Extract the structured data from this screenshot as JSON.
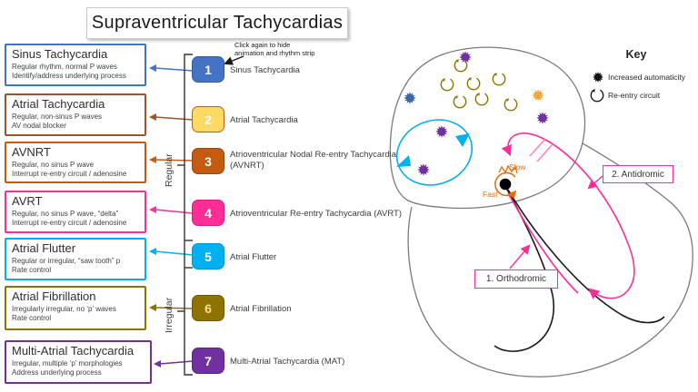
{
  "title": "Supraventricular Tachycardias",
  "annotation": {
    "line1": "Click again to hide",
    "line2": "animation and rhythm strip"
  },
  "groups": {
    "regular": "Regular",
    "irregular": "Irregular"
  },
  "cards": [
    {
      "title": "Sinus Tachycardia",
      "line1": "Regular rhythm, normal P waves",
      "line2": "Identify/address underlying process",
      "color": "#4472C4"
    },
    {
      "title": "Atrial Tachycardia",
      "line1": "Regular, non-sinus P waves",
      "line2": "AV nodal blocker",
      "color": "#A0522D"
    },
    {
      "title": "AVNRT",
      "line1": "Regular, no sinus P wave",
      "line2": "Interrupt re-entry circuit / adenosine",
      "color": "#C55A11"
    },
    {
      "title": "AVRT",
      "line1": "Regular, no sinus P wave, “delta”",
      "line2": "Interrupt re-entry circuit / adenosine",
      "color": "#FF2D96"
    },
    {
      "title": "Atrial Flutter",
      "line1": "Regular or irregular, “saw tooth” p",
      "line2": "Rate control",
      "color": "#00B0F0"
    },
    {
      "title": "Atrial Fibrillation",
      "line1": "Irregularly irregular, no ‘p’ waves",
      "line2": "Rate control",
      "color": "#8F7300"
    },
    {
      "title": "Multi-Atrial Tachycardia",
      "line1": "Irregular, multiple ‘p’ morphologies",
      "line2": "Address underlying process",
      "color": "#7030A0"
    }
  ],
  "steps": [
    {
      "num": "1",
      "label": "Sinus Tachycardia",
      "fill": "#4472C4",
      "border": "#35599C",
      "text": "#FFFFFF"
    },
    {
      "num": "2",
      "label": "Atrial Tachycardia",
      "fill": "#FFD966",
      "border": "#C55A11",
      "text": "#FFFFFF"
    },
    {
      "num": "3",
      "label": "Atrioventricular Nodal Re-entry Tachycardia (AVNRT)",
      "fill": "#C55A11",
      "border": "#9A4509",
      "text": "#FFFFFF"
    },
    {
      "num": "4",
      "label": "Atrioventricular Re-entry Tachycardia (AVRT)",
      "fill": "#FF2D96",
      "border": "#E01781",
      "text": "#FFFFFF"
    },
    {
      "num": "5",
      "label": "Atrial Flutter",
      "fill": "#00B0F0",
      "border": "#0095CC",
      "text": "#FFFFFF"
    },
    {
      "num": "6",
      "label": "Atrial Fibrillation",
      "fill": "#8F7300",
      "border": "#6E5800",
      "text": "#FFE08A"
    },
    {
      "num": "7",
      "label": "Multi-Atrial Tachycardia (MAT)",
      "fill": "#7030A0",
      "border": "#5B2482",
      "text": "#FFFFFF"
    }
  ],
  "key": {
    "title": "Key",
    "items": [
      {
        "label": "Increased automaticity"
      },
      {
        "label": "Re-entry circuit"
      }
    ]
  },
  "diagram": {
    "slow": "Slow",
    "fast": "Fast",
    "orthodromic": "1. Orthodromic",
    "antidromic": "2. Antidromic"
  },
  "colors": {
    "sinus": "#4472C4",
    "atrial_tach": "#A0522D",
    "avnrt": "#C55A11",
    "avrt": "#FF2D96",
    "flutter": "#00B0F0",
    "afib": "#8F7300",
    "mat": "#7030A0",
    "avnrt_loop": "#E36C0A",
    "heart_outline": "#7a7a7a"
  }
}
